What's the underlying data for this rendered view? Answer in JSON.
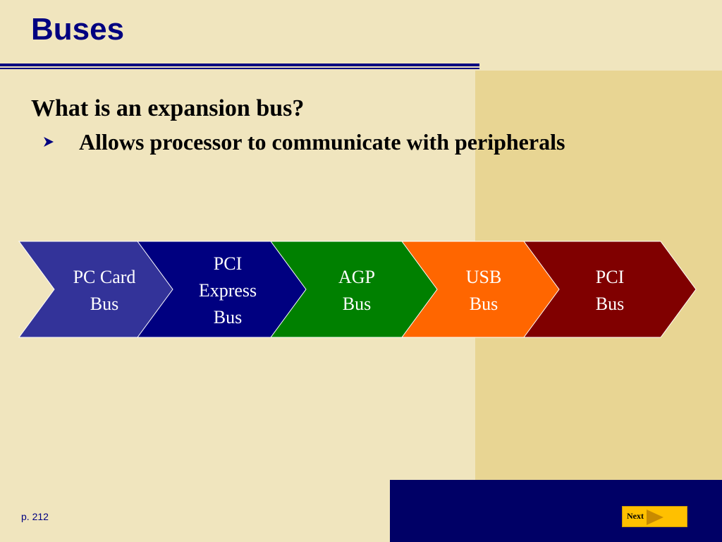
{
  "slide": {
    "title": "Buses",
    "question": "What is an expansion bus?",
    "bullet": "Allows processor to communicate with peripherals",
    "page_label": "p. 212",
    "next_label": "Next"
  },
  "chevrons": [
    {
      "label": "PC Card\nBus",
      "color": "#333399"
    },
    {
      "label": "PCI\n  Express\nBus",
      "color": "#000080"
    },
    {
      "label": "AGP\nBus",
      "color": "#008000"
    },
    {
      "label": "USB\nBus",
      "color": "#FF6600"
    },
    {
      "label": "PCI\nBus",
      "color": "#800000"
    }
  ],
  "colors": {
    "background": "#F0E5BE",
    "panel": "#E8D593",
    "title": "#000080",
    "footer": "#000066",
    "next_button": "#FFC000",
    "next_arrow": "#C88A00"
  },
  "icons": {
    "bullet": "arrowhead-bullet-icon",
    "next": "right-triangle-icon"
  }
}
